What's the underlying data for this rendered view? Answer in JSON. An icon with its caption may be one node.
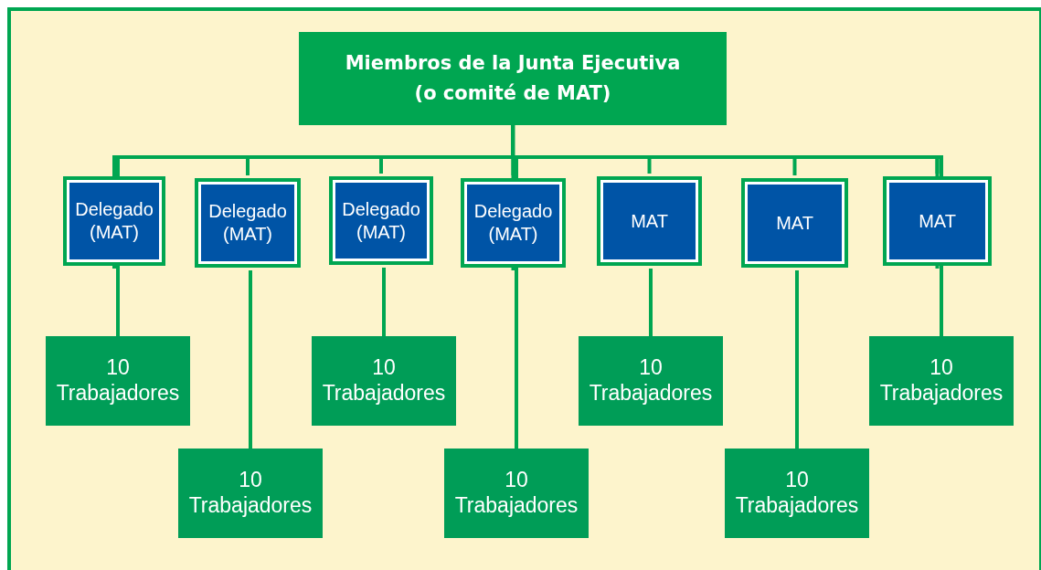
{
  "diagram": {
    "nodes": [
      {
        "text": [
          "Miembros de la Junta Ejecutiva (o comité de MAT)"
        ]
      },
      {
        "text": [
          "Delegado (MAT)"
        ]
      },
      {
        "text": [
          "Delegado (MAT)"
        ]
      },
      {
        "text": [
          "Delegado (MAT)"
        ]
      },
      {
        "text": [
          "Delegado (MAT)"
        ]
      },
      {
        "text": [
          "MAT"
        ]
      },
      {
        "text": [
          "MAT"
        ]
      },
      {
        "text": [
          "MAT"
        ]
      },
      {
        "text": [
          "10 Trabajadores"
        ]
      },
      {
        "text": [
          "10 Trabajadores"
        ]
      },
      {
        "text": [
          "10 Trabajadores"
        ]
      },
      {
        "text": [
          "10 Trabajadores"
        ]
      },
      {
        "text": [
          "10 Trabajadores"
        ]
      },
      {
        "text": [
          "10 Trabajadores"
        ]
      },
      {
        "text": [
          "10 Trabajadores"
        ]
      }
    ],
    "edges": [
      {
        "from": 0,
        "to": 1,
        "arrow": "none"
      },
      {
        "from": 0,
        "to": 2,
        "arrow": "none"
      },
      {
        "from": 0,
        "to": 3,
        "arrow": "none"
      },
      {
        "from": 0,
        "to": 4,
        "arrow": "none"
      },
      {
        "from": 0,
        "to": 5,
        "arrow": "none"
      },
      {
        "from": 0,
        "to": 6,
        "arrow": "none"
      },
      {
        "from": 0,
        "to": 7,
        "arrow": "none"
      },
      {
        "from": 1,
        "to": 8,
        "arrow": "none"
      },
      {
        "from": 2,
        "to": 9,
        "arrow": "none"
      },
      {
        "from": 3,
        "to": 10,
        "arrow": "none"
      },
      {
        "from": 4,
        "to": 11,
        "arrow": "none"
      },
      {
        "from": 5,
        "to": 12,
        "arrow": "none"
      },
      {
        "from": 6,
        "to": 13,
        "arrow": "none"
      },
      {
        "from": 7,
        "to": 14,
        "arrow": "none"
      }
    ]
  }
}
